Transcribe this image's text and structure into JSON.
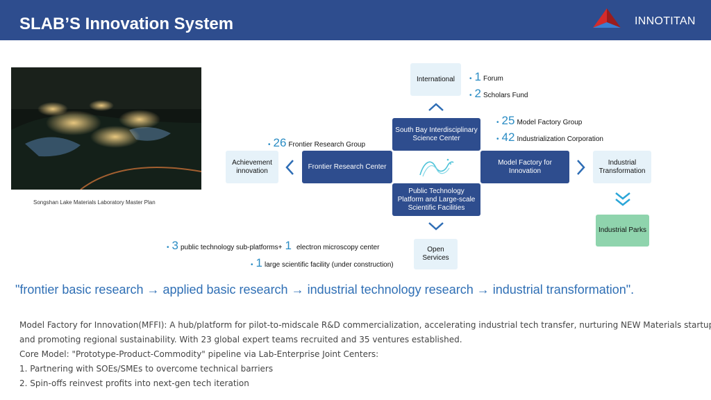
{
  "header": {
    "title": "SLAB’S Innovation System",
    "brand": "INNOTITAN"
  },
  "photo": {
    "caption": "Songshan Lake Materials Laboratory Master Plan"
  },
  "nodes": {
    "international": "International",
    "south_bay": "South Bay Interdisciplinary Science Center",
    "frontier": "Frontier Research Center",
    "model_factory": "Model Factory for Innovation",
    "public_tech": "Public Technology Platform and Large-scale Scientific Facilities",
    "achievement": "Achievement innovation",
    "industrial_transformation": "Industrial Transformation",
    "industrial_parks": "Industrial Parks",
    "open_services": "Open Services"
  },
  "stats": {
    "forum": {
      "num": "1",
      "label": "Forum"
    },
    "scholars": {
      "num": "2",
      "label": "Scholars Fund"
    },
    "model_factory_group": {
      "num": "25",
      "label": "Model Factory Group"
    },
    "industrialization": {
      "num": "42",
      "label": "Industrialization Corporation"
    },
    "frontier_group": {
      "num": "26",
      "label": "Frontier Research Group"
    },
    "subplatforms": {
      "num": "3",
      "label": "public technology sub-platforms+"
    },
    "microscopy": {
      "num": "1",
      "label": "electron microscopy center"
    },
    "facility": {
      "num": "1",
      "label": "large scientific facility (under construction)"
    }
  },
  "quote": "\"frontier basic research → applied basic research → industrial technology research → industrial transformation\".",
  "description": [
    "Model Factory for Innovation(MFFI): A hub/platform for pilot-to-midscale R&D commercialization, accelerating industrial tech transfer, nurturing NEW Materials  startups,",
    "and promoting regional sustainability. With 23 global expert teams recruited and 35 ventures established.",
    "Core Model: \"Prototype-Product-Commodity\" pipeline via Lab-Enterprise Joint Centers:",
    "1. Partnering with SOEs/SMEs to overcome technical barriers",
    "2. Spin-offs reinvest profits into next-gen tech iteration"
  ],
  "colors": {
    "header": "#2e4d8e",
    "node_dark": "#2e4d8e",
    "node_light": "#e6f2f9",
    "node_green": "#8fd4ad",
    "accent": "#2a8cc4",
    "quote": "#2f6fb5"
  },
  "icons": {
    "logo": "innotitan-triangle-logo",
    "center": "ribbon-emblem-icon"
  }
}
